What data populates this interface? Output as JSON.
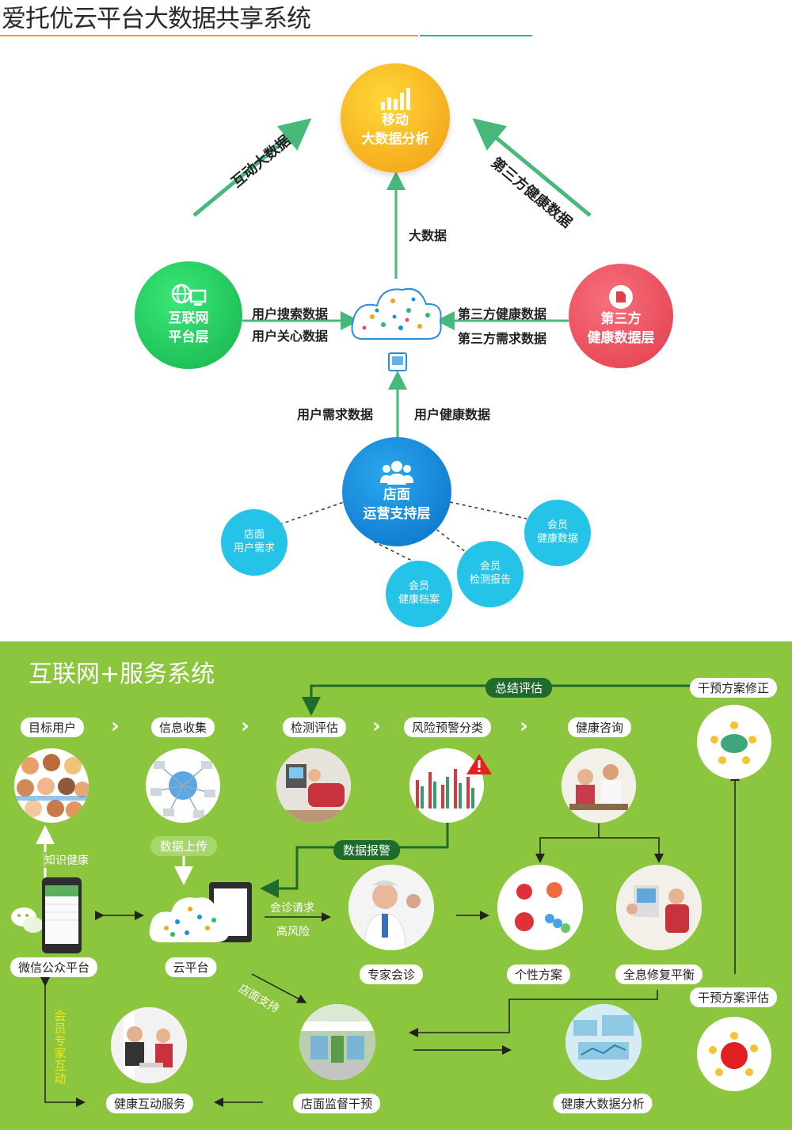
{
  "title": "爱托优云平台大数据共享系统",
  "colors": {
    "orange": "#f6a21e",
    "green": "#2bbd6e",
    "red": "#ee4b5a",
    "blue": "#1d8fe0",
    "cyan": "#25c3e8",
    "arrow": "#47b97a",
    "panel": "#8cc63f",
    "dark_green": "#1f6b2c"
  },
  "top": {
    "analysis": {
      "line1": "移动",
      "line2": "大数据分析",
      "icon": "bar-chart-icon"
    },
    "internet": {
      "line1": "互联网",
      "line2": "平台层",
      "icon": "computer-globe-icon"
    },
    "third_party": {
      "line1": "第三方",
      "line2": "健康数据层",
      "icon": "document-icon"
    },
    "store": {
      "line1": "店面",
      "line2": "运营支持层",
      "icon": "people-icon"
    },
    "arrow_left_label": "互动大数据",
    "arrow_right_label": "第三方健康数据",
    "arrow_up_label": "大数据",
    "internet_labels": [
      "用户搜索数据",
      "用户关心数据"
    ],
    "third_labels": [
      "第三方健康数据",
      "第三方需求数据"
    ],
    "store_labels": [
      "用户需求数据",
      "用户健康数据"
    ],
    "satellites": [
      {
        "l1": "店面",
        "l2": "用户需求"
      },
      {
        "l1": "会员",
        "l2": "健康档案"
      },
      {
        "l1": "会员",
        "l2": "检测报告"
      },
      {
        "l1": "会员",
        "l2": "健康数据"
      }
    ]
  },
  "bottom": {
    "title": "互联网+服务系统",
    "summary": "总结评估",
    "intervention_fix": "干预方案修正",
    "intervention_eval": "干预方案评估",
    "steps": [
      "目标用户",
      "信息收集",
      "检测评估",
      "风险预警分类",
      "健康咨询"
    ],
    "knowledge": "知识健康",
    "data_upload": "数据上传",
    "data_report": "数据报警",
    "consult_request": "会诊请求",
    "high_risk": "高风险",
    "store_support": "店面支持",
    "member_expert": "会员专家互动",
    "wechat": "微信公众平台",
    "cloud": "云平台",
    "expert": "专家会诊",
    "personal": "个性方案",
    "repair": "全息修复平衡",
    "interaction": "健康互动服务",
    "supervision": "店面监督干预",
    "bigdata": "健康大数据分析"
  }
}
